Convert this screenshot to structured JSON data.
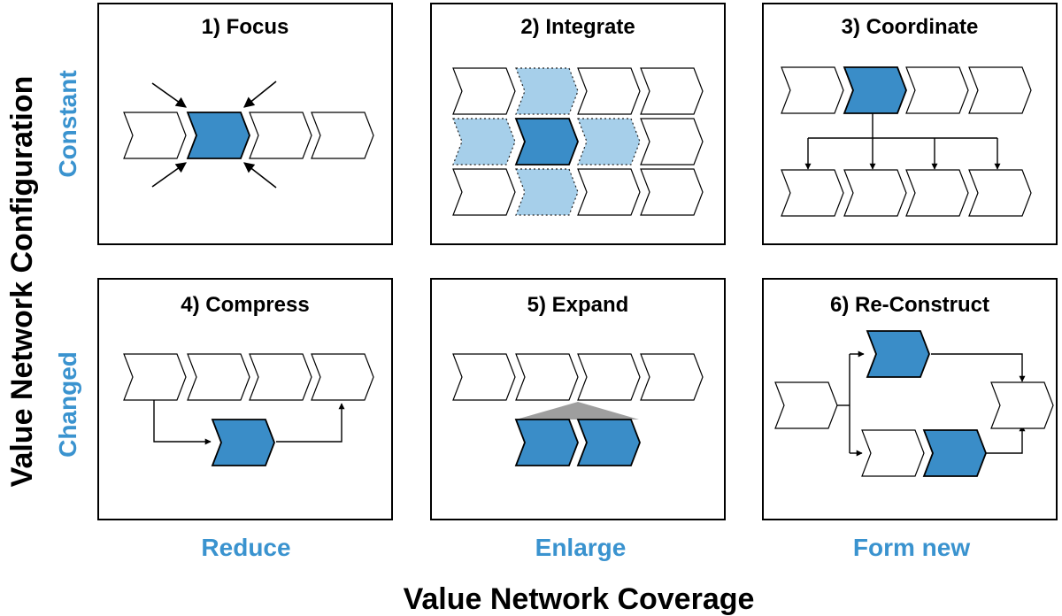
{
  "axes": {
    "y_title": "Value Network Configuration",
    "x_title": "Value Network Coverage",
    "rows": [
      "Constant",
      "Changed"
    ],
    "cols": [
      "Reduce",
      "Enlarge",
      "Form new"
    ]
  },
  "panels": [
    {
      "id": "focus",
      "title": "1) Focus"
    },
    {
      "id": "integrate",
      "title": "2) Integrate"
    },
    {
      "id": "coordinate",
      "title": "3) Coordinate"
    },
    {
      "id": "compress",
      "title": "4) Compress"
    },
    {
      "id": "expand",
      "title": "5) Expand"
    },
    {
      "id": "reconstruct",
      "title": "6) Re-Construct"
    }
  ],
  "colors": {
    "accent": "#3A93CF",
    "chevron_dark": "#3A8DC8",
    "chevron_light": "#A6CFEA",
    "chevron_white": "#FFFFFF",
    "triangle": "#9E9E9E",
    "line": "#000000"
  }
}
